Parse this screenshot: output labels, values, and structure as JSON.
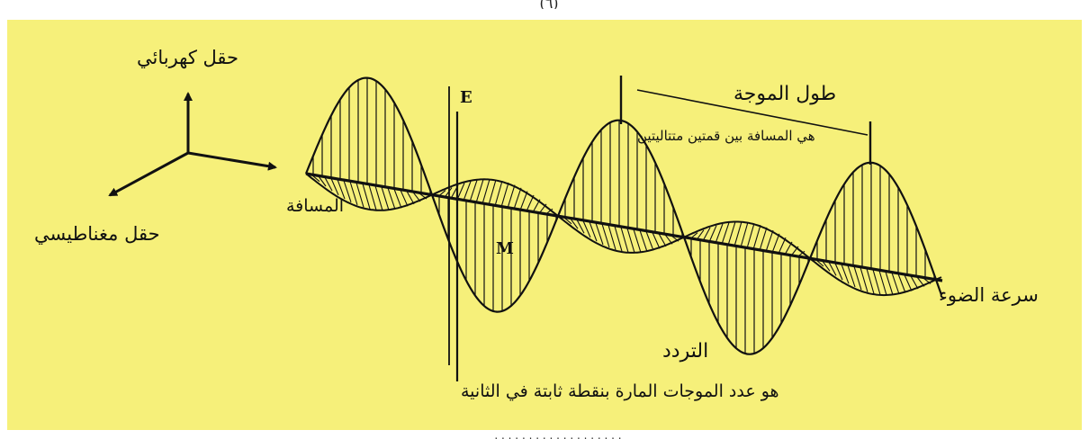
{
  "axes": {
    "electric_field": "حقل كهربائي",
    "magnetic_field": "حقل مغناطيسي"
  },
  "labels": {
    "distance": "المسافة",
    "e_marker": "E",
    "m_marker": "M",
    "wavelength_title": "طول الموجة",
    "wavelength_definition": "هي المسافة بين قمتين متتاليتين",
    "speed_of_light": "سرعة الضوء",
    "frequency_title": "التردد",
    "frequency_definition": "هو عدد الموجات المارة بنقطة ثابتة في الثانية"
  },
  "colors": {
    "background": "#f6f07a",
    "ink": "#111111"
  }
}
